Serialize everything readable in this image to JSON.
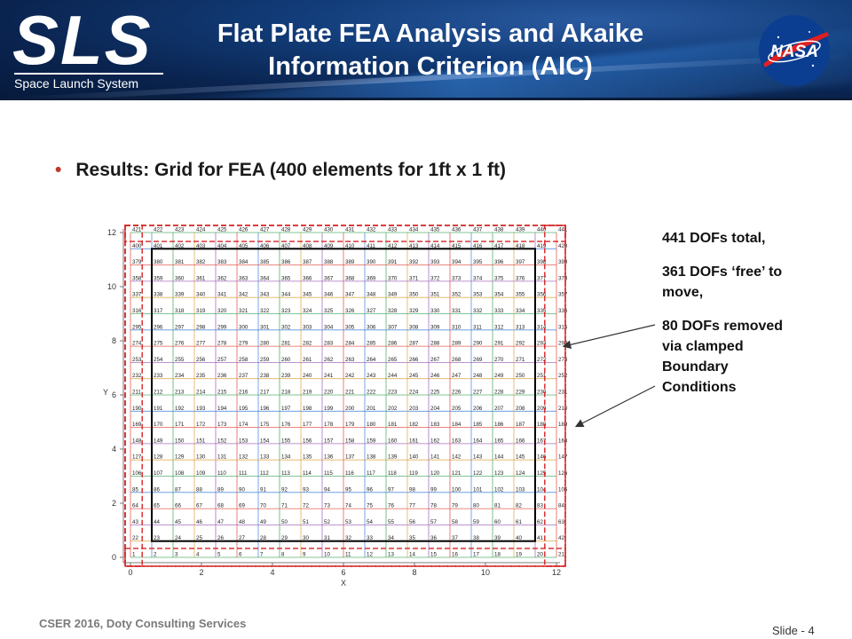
{
  "header": {
    "logo_text": "SLS",
    "logo_subtitle": "Space Launch System",
    "title_line1": "Flat Plate FEA Analysis and Akaike",
    "title_line2": "Information Criterion (AIC)",
    "nasa_logo_text": "NASA"
  },
  "bullet": {
    "text": "Results: Grid for FEA (400 elements for 1ft x 1 ft)"
  },
  "notes": {
    "total": "441 DOFs total,",
    "free": "361 DOFs ‘free’ to move,",
    "removed": "80 DOFs removed via clamped Boundary Conditions"
  },
  "footer": {
    "left": "CSER 2016, Doty Consulting Services",
    "right": "Slide - 4"
  },
  "chart_data": {
    "type": "grid",
    "xlabel": "X",
    "ylabel": "Y",
    "xlim": [
      0,
      12
    ],
    "ylim": [
      0,
      12
    ],
    "xticks": [
      0,
      2,
      4,
      6,
      8,
      10,
      12
    ],
    "yticks": [
      0,
      2,
      4,
      6,
      8,
      10,
      12
    ],
    "nodes_per_side": 21,
    "node_count": 441,
    "elements": 400,
    "node_numbering": "row-major from bottom-left, 1 to 441",
    "colors": {
      "grid_lines": [
        "#e0463c",
        "#3a7fd5",
        "#3aa55a",
        "#d9a23a",
        "#9b59b6"
      ],
      "boundary_box": "#d62020",
      "plate_outline": "#000000"
    }
  }
}
